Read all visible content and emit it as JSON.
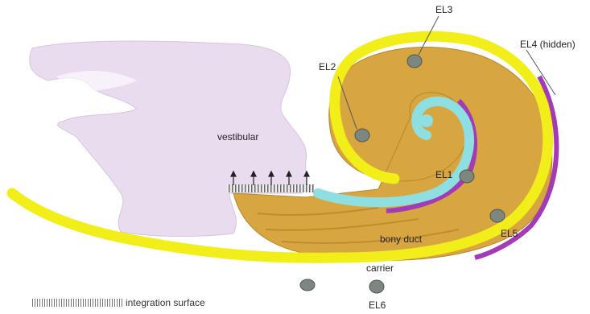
{
  "labels": {
    "vestibular": "vestibular",
    "bony_duct": "bony duct",
    "carrier": "carrier",
    "el1": "EL1",
    "el2": "EL2",
    "el3": "EL3",
    "el4": "EL4 (hidden)",
    "el5": "EL5",
    "el6": "EL6"
  },
  "legend": {
    "text": "integration surface"
  },
  "colors": {
    "vestibular": "#eadcef",
    "bony_duct": "#d8a640",
    "carrier": "#f2ee1a",
    "inner_duct": "#8edfe2",
    "membrane": "#a33bb6",
    "electrode": "#7d877f"
  }
}
